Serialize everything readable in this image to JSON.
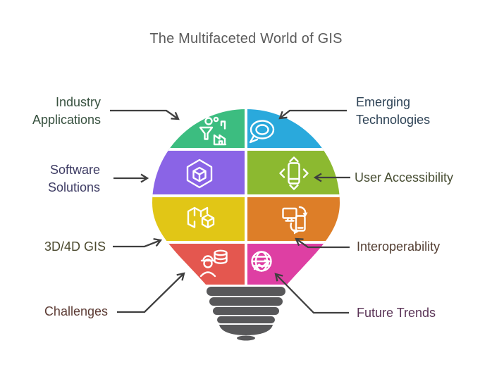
{
  "title": "The Multifaceted World of GIS",
  "colors": {
    "title": "#5a5a5a",
    "arrow": "#3f3f3f",
    "bulb_base": "#58585a",
    "icon_stroke": "#ffffff",
    "background": "#ffffff"
  },
  "labels": [
    {
      "id": "industry-applications",
      "line1": "Industry",
      "line2": "Applications",
      "color": "#37513f",
      "side": "left"
    },
    {
      "id": "software-solutions",
      "line1": "Software",
      "line2": "Solutions",
      "color": "#3e3c64",
      "side": "left"
    },
    {
      "id": "3d-4d-gis",
      "line1": "3D/4D GIS",
      "color": "#4c4a2f",
      "side": "left"
    },
    {
      "id": "challenges",
      "line1": "Challenges",
      "color": "#5c3b34",
      "side": "left"
    },
    {
      "id": "emerging-technologies",
      "line1": "Emerging",
      "line2": "Technologies",
      "color": "#2e4356",
      "side": "right"
    },
    {
      "id": "user-accessibility",
      "line1": "User Accessibility",
      "color": "#484e33",
      "side": "right"
    },
    {
      "id": "interoperability",
      "line1": "Interoperability",
      "color": "#533e32",
      "side": "right"
    },
    {
      "id": "future-trends",
      "line1": "Future Trends",
      "color": "#5a3356",
      "side": "right"
    }
  ],
  "segments": [
    {
      "name": "Industry Applications",
      "icon": "factory-icon",
      "color": "#3cbd80",
      "position": "top-left"
    },
    {
      "name": "Emerging Technologies",
      "icon": "speech-bubble-icon",
      "color": "#2aa9dc",
      "position": "top-right"
    },
    {
      "name": "Software Solutions",
      "icon": "cube-package-icon",
      "color": "#8a64e6",
      "position": "mid-left"
    },
    {
      "name": "User Accessibility",
      "icon": "phone-chevrons-icon",
      "color": "#8cb930",
      "position": "mid-right"
    },
    {
      "name": "3D/4D GIS",
      "icon": "map-cube-icon",
      "color": "#e1c616",
      "position": "lower-left"
    },
    {
      "name": "Interoperability",
      "icon": "devices-sync-icon",
      "color": "#dd7e28",
      "position": "lower-right"
    },
    {
      "name": "Challenges",
      "icon": "worker-database-icon",
      "color": "#e4574f",
      "position": "bottom-left"
    },
    {
      "name": "Future Trends",
      "icon": "globe-trend-icon",
      "color": "#de3fa3",
      "position": "bottom-right"
    }
  ]
}
